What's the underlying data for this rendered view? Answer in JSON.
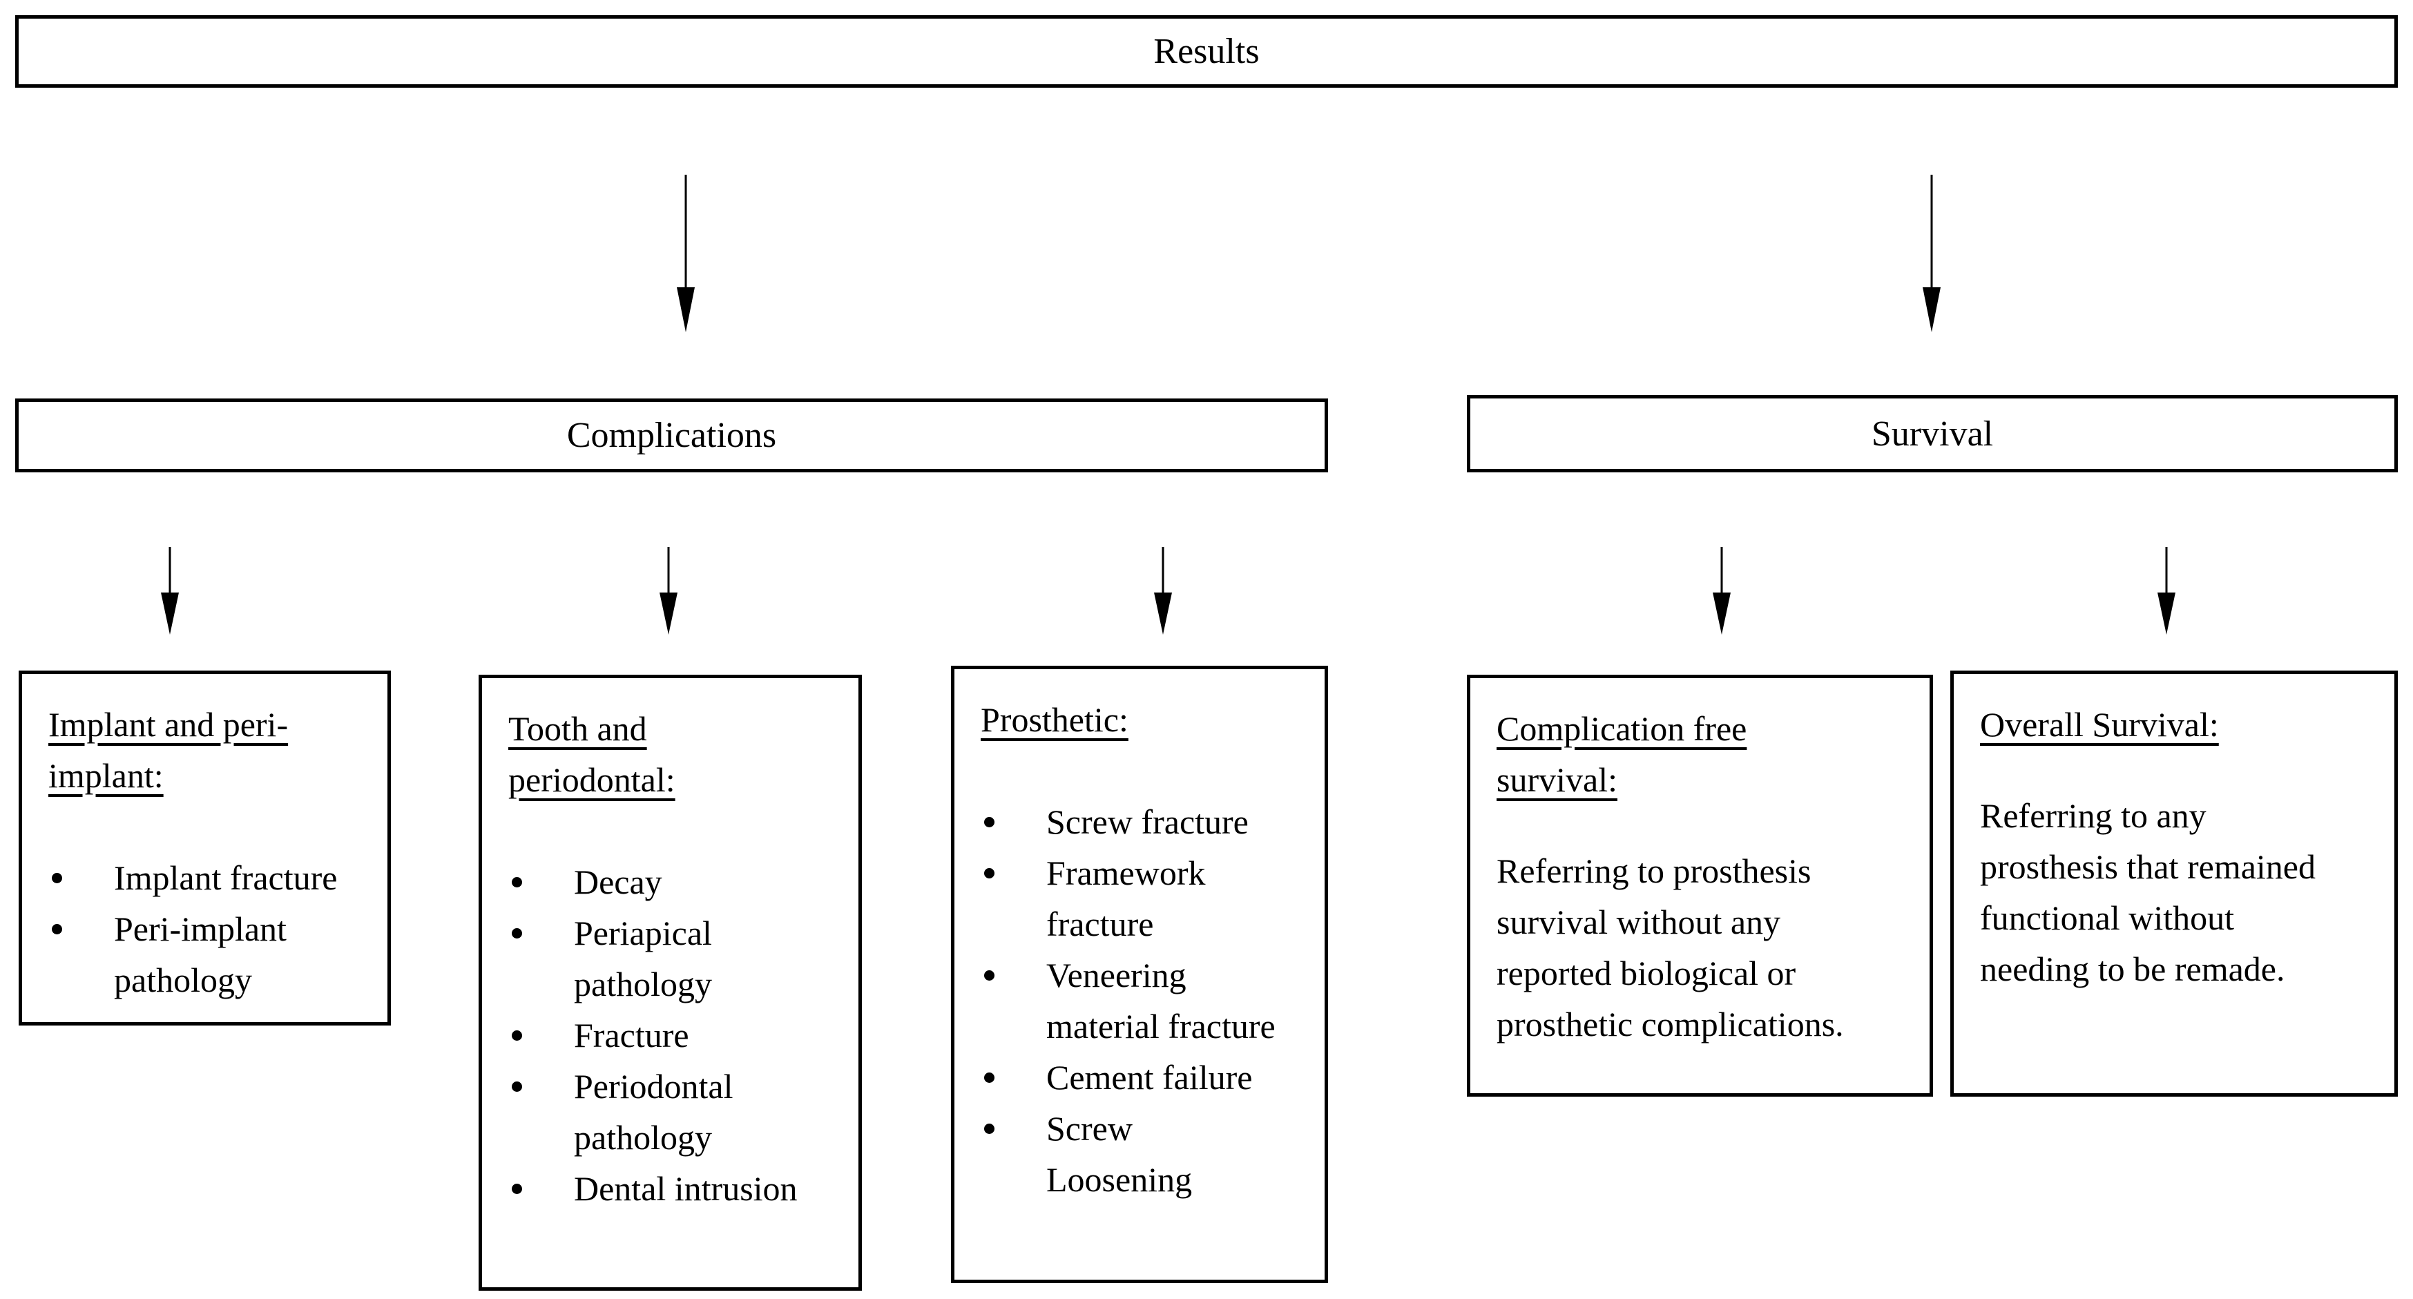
{
  "palette": {
    "ink": "#000000",
    "background": "#ffffff"
  },
  "nodes": {
    "results": "Results",
    "complications": "Complications",
    "survival": "Survival"
  },
  "leaves": [
    {
      "heading": "Implant and peri-\nimplant:",
      "bullets": [
        "Implant fracture",
        "Peri-implant pathology"
      ]
    },
    {
      "heading": "Tooth and\nperiodontal:",
      "bullets": [
        "Decay",
        "Periapical pathology",
        "Fracture",
        "Periodontal pathology",
        "Dental intrusion"
      ]
    },
    {
      "heading": "Prosthetic:",
      "bullets": [
        "Screw fracture",
        "Framework fracture",
        "Veneering material fracture",
        "Cement failure",
        "Screw Loosening"
      ]
    },
    {
      "heading": "Complication free\nsurvival:",
      "body": "Referring to prosthesis\nsurvival without any\nreported biological or\nprosthetic complications."
    },
    {
      "heading": "Overall Survival:",
      "body": "Referring to any\nprosthesis that remained\nfunctional without\nneeding to be remade."
    }
  ]
}
